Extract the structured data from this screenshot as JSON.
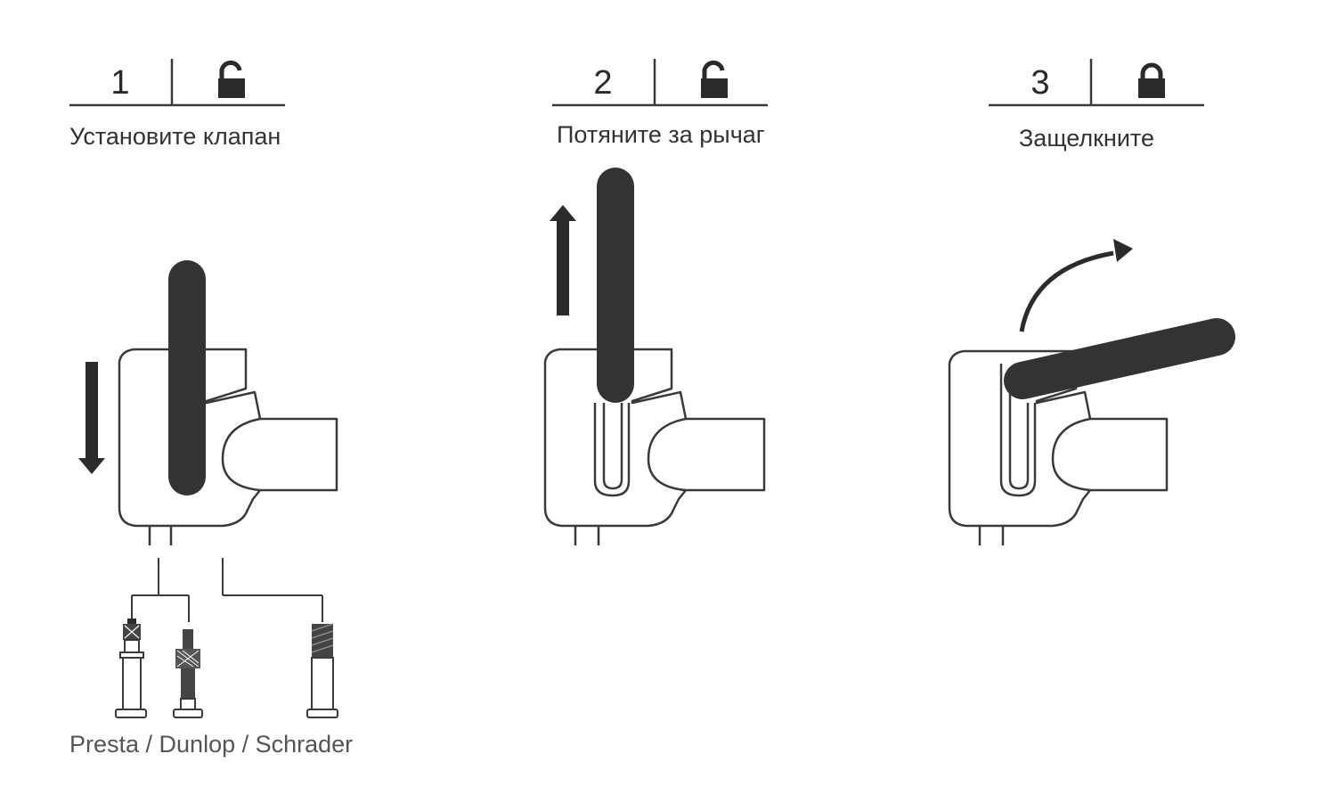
{
  "steps": [
    {
      "number": "1",
      "title": "Установите клапан",
      "lock_icon": "unlocked-padlock-icon"
    },
    {
      "number": "2",
      "title": "Потяните за рычаг",
      "lock_icon": "unlocked-padlock-icon"
    },
    {
      "number": "3",
      "title": "Защелкните",
      "lock_icon": "locked-padlock-icon"
    }
  ],
  "valves": {
    "caption": "Presta / Dunlop / Schrader",
    "types": [
      "presta-valve-icon",
      "dunlop-valve-icon",
      "schrader-valve-icon"
    ]
  },
  "colors": {
    "ink": "#2b2b2b",
    "line": "#3a3a3a",
    "lever": "#333333"
  }
}
